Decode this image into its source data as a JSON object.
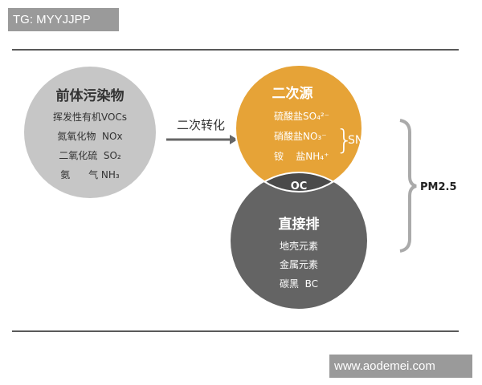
{
  "watermark_top": "TG: MYYJJPP",
  "watermark_bottom": "www.aodemei.com",
  "precursor": {
    "title": "前体污染物",
    "items": [
      "挥发性有机VOCs",
      "氮氧化物  NOx",
      "二氧化硫  SO₂",
      "氨      气 NH₃"
    ]
  },
  "arrow_label": "二次转化",
  "secondary": {
    "title": "二次源",
    "items": [
      "硫酸盐SO₄²⁻",
      "硝酸盐NO₃⁻",
      "铵    盐NH₄⁺"
    ],
    "group_label": "SNA"
  },
  "overlap_label": "OC",
  "primary": {
    "title": "直接排",
    "items": [
      "地壳元素",
      "金属元素",
      "碳黑  BC"
    ]
  },
  "total_label": "PM2.5",
  "colors": {
    "precursor": "#c6c6c6",
    "secondary": "#e6a337",
    "primary": "#646464",
    "overlap": "#4a4a4a"
  }
}
